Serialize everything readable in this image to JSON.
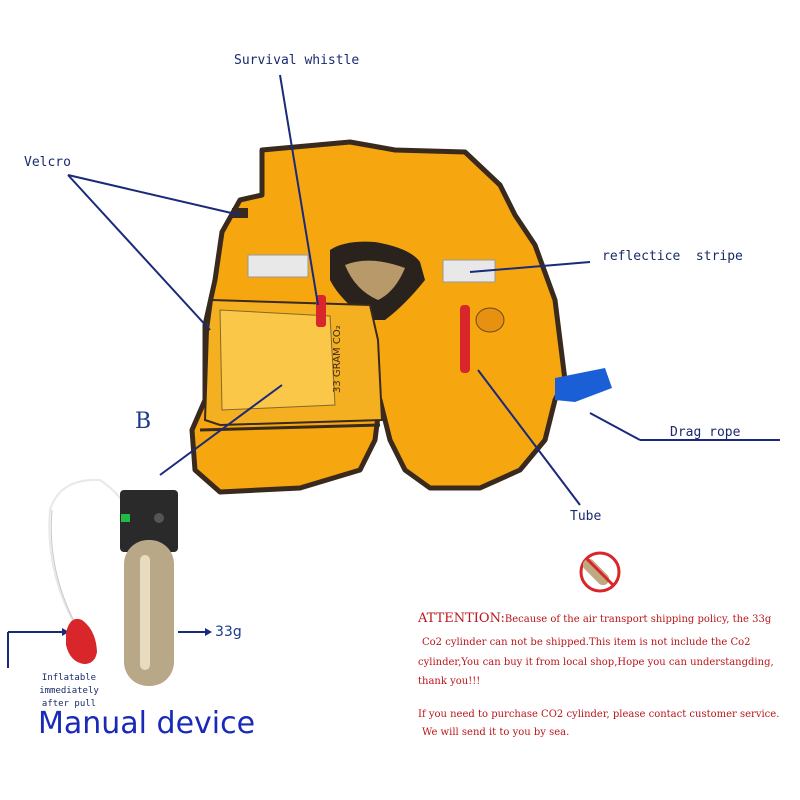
{
  "labels": {
    "survival_whistle": "Survival whistle",
    "velcro": "Velcro",
    "reflective_stripe": "reflectice  stripe",
    "drag_rope": "Drag rope",
    "tube": "Tube",
    "b": "B",
    "weight": "33g",
    "inflatable_note_1": "Inflatable immediately",
    "inflatable_note_2": "after pull",
    "manual_device": "Manual device"
  },
  "vest_print": {
    "gram": "33 GRAM CO₂"
  },
  "attention": {
    "heading": "ATTENTION:",
    "line1": "Because of the air transport shipping policy, the 33g",
    "line2": "Co2 cylinder can not be shipped.This item is not include the Co2",
    "line3": "cylinder,You can buy it from local shop,Hope you can understangding,",
    "line4": "thank you!!!",
    "line5": "If you need to purchase CO2 cylinder, please contact customer service.",
    "line6": "We will send it to you by sea."
  },
  "colors": {
    "vest": "#f6a70f",
    "vest_trim": "#3a2a1e",
    "line": "#1a2a7a",
    "attention": "#b8161b",
    "manual": "#1a2ab8",
    "strap": "#1a5fd6"
  }
}
